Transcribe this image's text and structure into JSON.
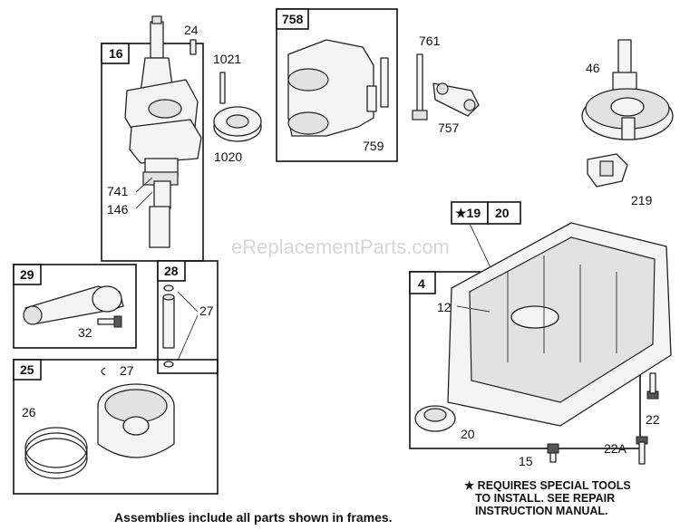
{
  "watermark": "eReplacementParts.com",
  "frames": {
    "f16": "16",
    "f758": "758",
    "f29": "29",
    "f28": "28",
    "f25": "25",
    "f4": "4",
    "f19": "★19",
    "f20": "20"
  },
  "labels": {
    "l24": "24",
    "l1021": "1021",
    "l1020": "1020",
    "l741": "741",
    "l146": "146",
    "l761": "761",
    "l757": "757",
    "l759": "759",
    "l46": "46",
    "l219": "219",
    "l32": "32",
    "l27a": "27",
    "l27b": "27",
    "l26": "26",
    "l12": "12",
    "l20": "20",
    "l22": "22",
    "l22a": "22A",
    "l15": "15"
  },
  "notes": {
    "special_line1": "★ REQUIRES SPECIAL TOOLS",
    "special_line2": "TO INSTALL.  SEE REPAIR",
    "special_line3": "INSTRUCTION MANUAL.",
    "footer": "Assemblies include all parts shown in frames."
  }
}
